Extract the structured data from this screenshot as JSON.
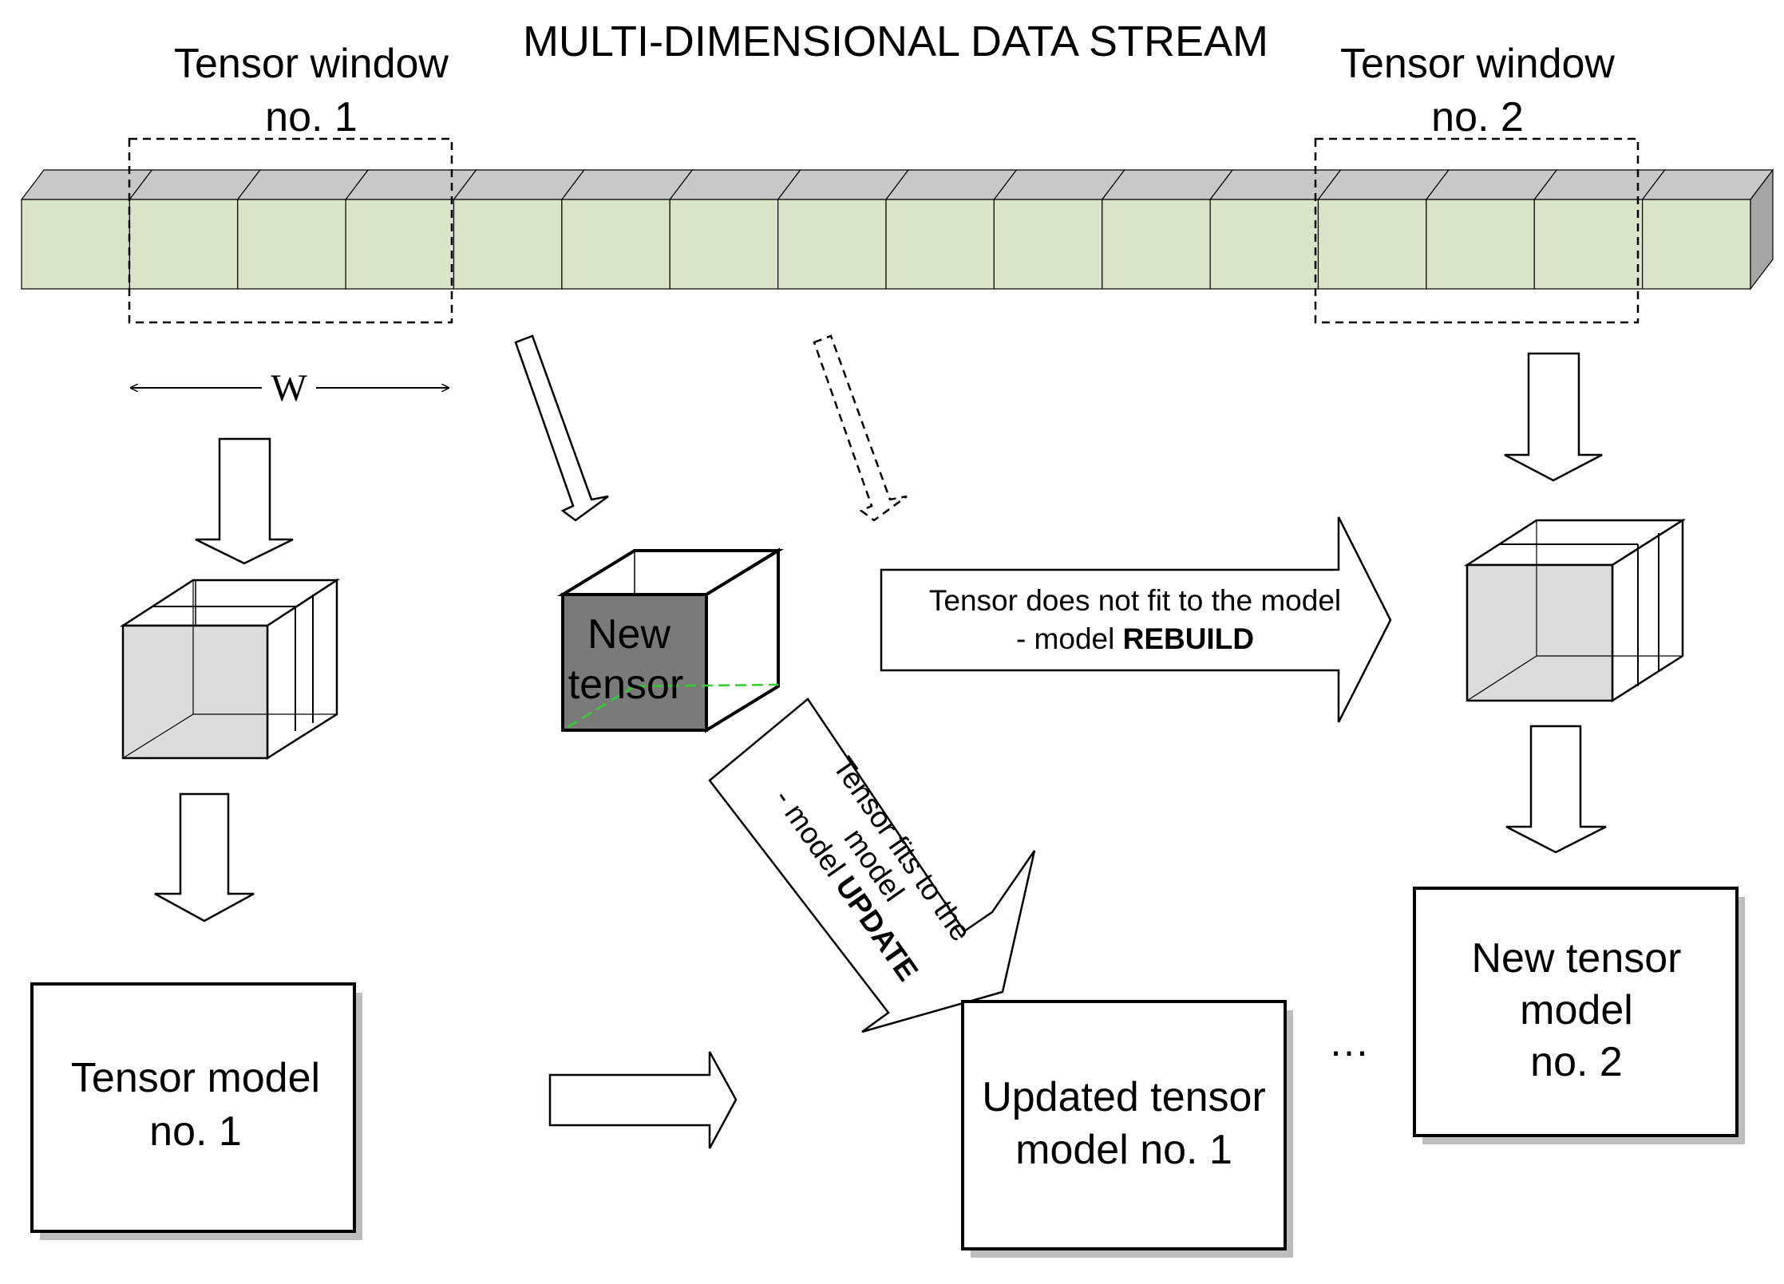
{
  "title": "MULTI-DIMENSIONAL DATA STREAM",
  "stream": {
    "segment_count": 16
  },
  "windows": [
    {
      "label_line1": "Tensor window",
      "label_line2": "no. 1"
    },
    {
      "label_line1": "Tensor window",
      "label_line2": "no. 2"
    }
  ],
  "window_width_label": "W",
  "new_tensor": {
    "line1": "New",
    "line2": "tensor"
  },
  "rebuild_arrow": {
    "line1": "Tensor does not fit to the model",
    "line2_prefix": "- model ",
    "line2_bold": "REBUILD"
  },
  "update_arrow": {
    "line1": "Tensor fits to the",
    "line2": "model",
    "line3_prefix": "- model ",
    "line3_bold": "UPDATE"
  },
  "boxes": {
    "model1": {
      "line1": "Tensor model",
      "line2": "no. 1"
    },
    "updated_model1": {
      "line1": "Updated tensor",
      "line2": "model no. 1"
    },
    "model2": {
      "line1": "New tensor",
      "line2": "model",
      "line3": "no. 2"
    }
  },
  "ellipsis": "…",
  "colors": {
    "stream_front": "#d9e4c9",
    "stream_top": "#c8c8c8",
    "stream_side": "#a5a5a5",
    "cube_front": "#dcdcdc",
    "new_tensor_front": "#7a7a7a",
    "dashed_green": "#33cc33",
    "box_shadow": "#bdbdbd"
  }
}
